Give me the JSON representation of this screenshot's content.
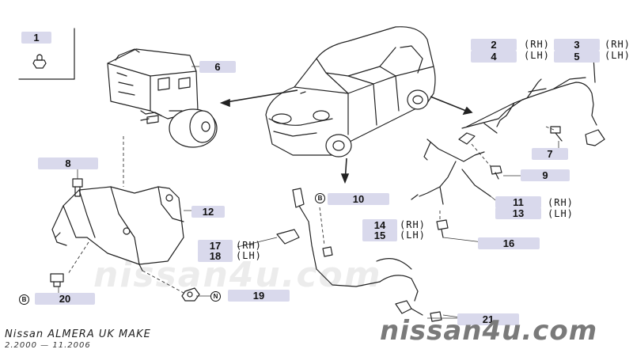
{
  "callouts": {
    "c1": "1",
    "c2": "2",
    "c3": "3",
    "c4": "4",
    "c5": "5",
    "c6": "6",
    "c7": "7",
    "c8": "8",
    "c9": "9",
    "c10": "10",
    "c11": "11",
    "c12": "12",
    "c13": "13",
    "c14": "14",
    "c15": "15",
    "c16": "16",
    "c17": "17",
    "c18": "18",
    "c19": "19",
    "c20": "20",
    "c21": "21"
  },
  "sides": {
    "rh": "(RH)",
    "lh": "(LH)"
  },
  "markers": {
    "b": "B",
    "n": "N"
  },
  "caption": {
    "title": "Nissan ALMERA UK MAKE",
    "dates": "2.2000 — 11.2006"
  },
  "watermark": {
    "faint": "nissan4u.com",
    "bold": "nissan4u.com"
  }
}
